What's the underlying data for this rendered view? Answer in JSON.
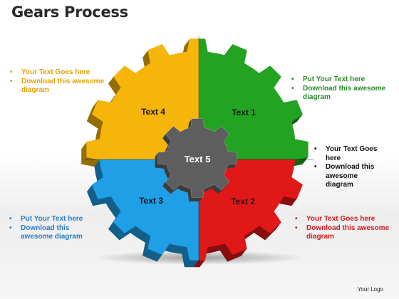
{
  "title": "Gears Process",
  "segments": {
    "top_left": {
      "label": "Text 4",
      "color": "#f5b50a"
    },
    "top_right": {
      "label": "Text 1",
      "color": "#22a322"
    },
    "bottom_right": {
      "label": "Text 2",
      "color": "#e01818"
    },
    "bottom_left": {
      "label": "Text 3",
      "color": "#1f9fe6"
    },
    "hub": {
      "label": "Text 5",
      "color": "#5e5e5e"
    }
  },
  "bullets": {
    "top_left": [
      "Your Text Goes here",
      "Download this awesome diagram"
    ],
    "top_right": [
      "Put Your Text  here",
      "Download this awesome diagram"
    ],
    "middle_right": [
      "Your Text Goes here",
      "Download this awesome diagram"
    ],
    "bottom_left": [
      "Put Your Text  here",
      "Download this awesome diagram"
    ],
    "bottom_right": [
      "Your Text Goes here",
      "Download this awesome diagram"
    ]
  },
  "logo": "Your Logo"
}
